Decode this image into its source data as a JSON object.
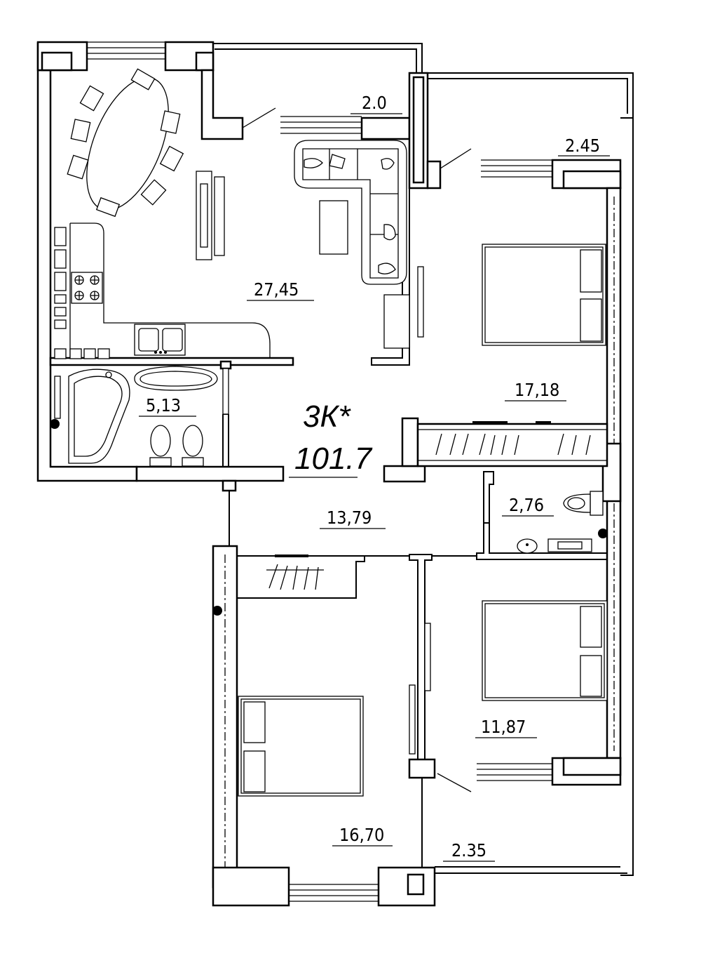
{
  "apartment": {
    "type_label": "3К*",
    "total_area": "101.7"
  },
  "rooms": {
    "living_kitchen": "27,45",
    "balcony_top_left": "2.0",
    "balcony_top_right": "2.45",
    "bedroom_top_right": "17,18",
    "bathroom": "5,13",
    "hallway": "13,79",
    "wc": "2,76",
    "bedroom_bottom_right": "11,87",
    "bedroom_bottom_left": "16,70",
    "balcony_bottom_right": "2.35"
  }
}
